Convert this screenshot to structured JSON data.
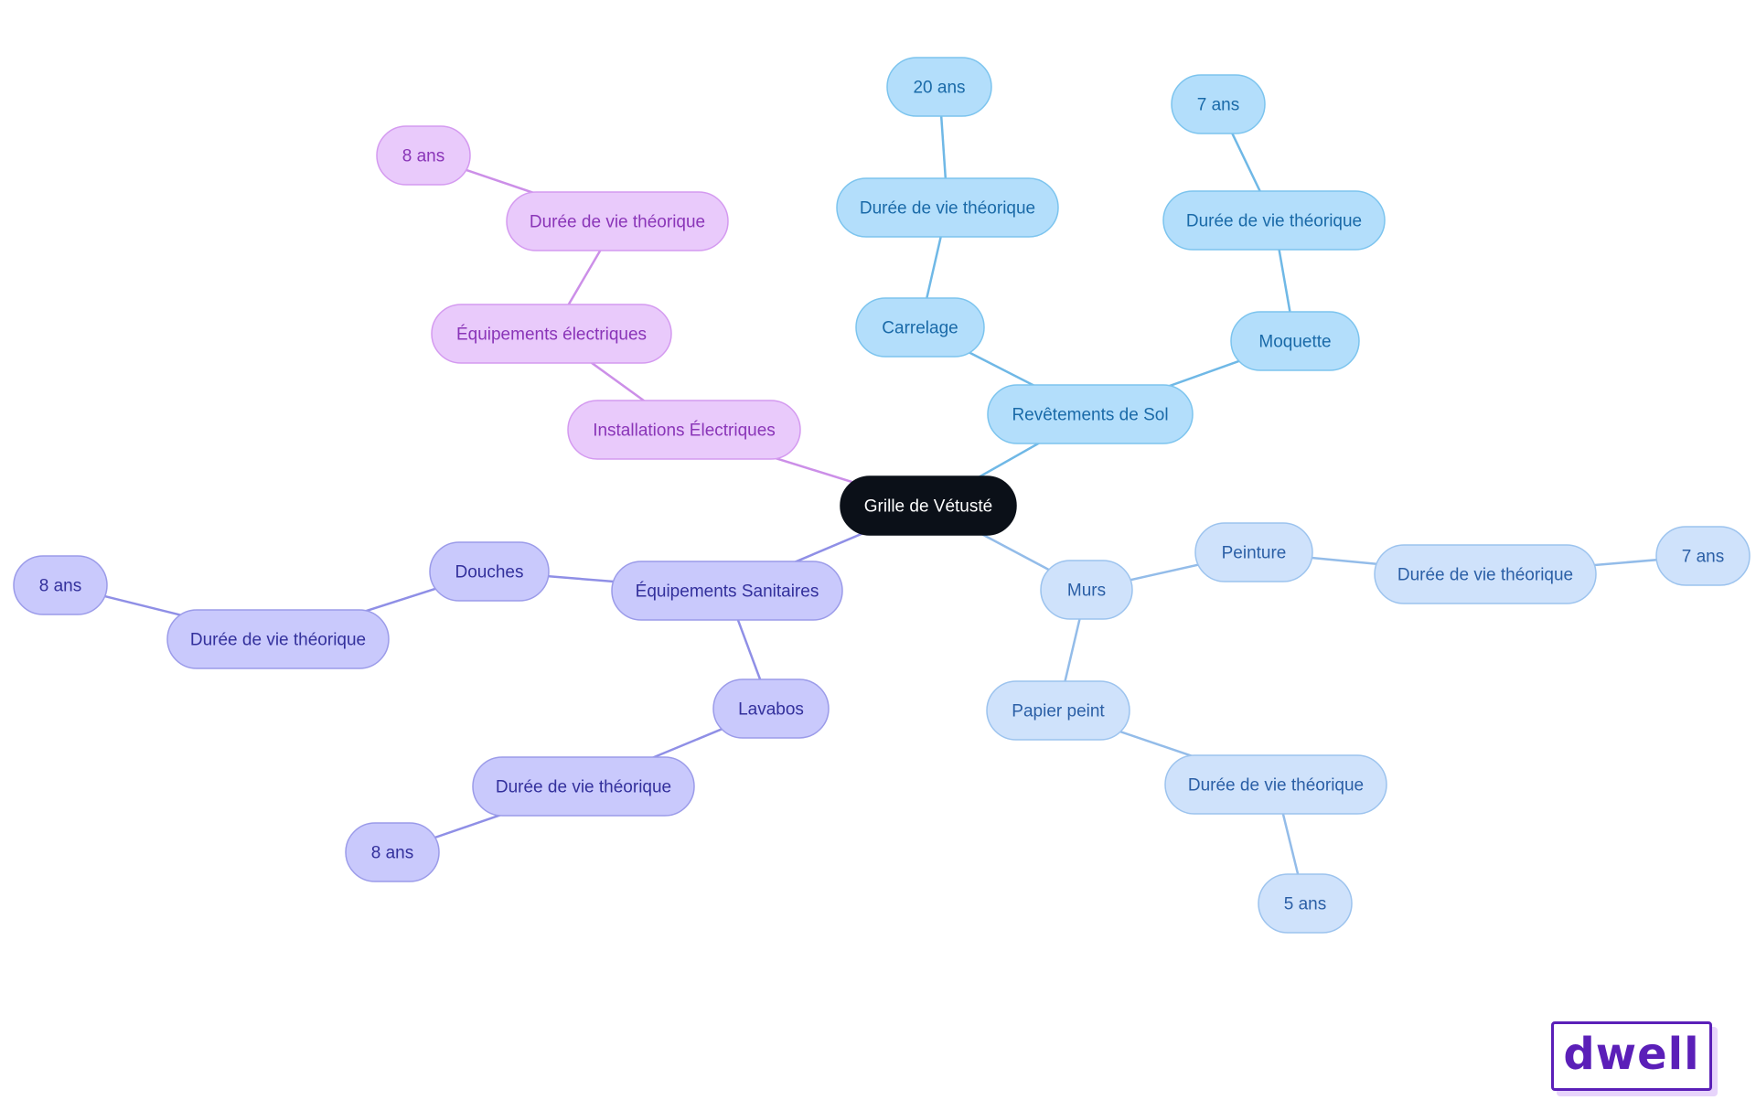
{
  "logo": {
    "text": "dwell"
  },
  "palette": {
    "root": {
      "fill": "#0b1018",
      "stroke": "#0b1018",
      "text": "#ffffff",
      "line": "#0b1018"
    },
    "floor": {
      "fill": "#b3defb",
      "stroke": "#7cc4ee",
      "text": "#1a6aa8",
      "line": "#6fb8e6"
    },
    "walls": {
      "fill": "#cfe2fb",
      "stroke": "#9cc3ee",
      "text": "#2b5fa6",
      "line": "#93bce9"
    },
    "elec": {
      "fill": "#e9cafb",
      "stroke": "#d49af0",
      "text": "#8a35b8",
      "line": "#cc8fe8"
    },
    "sanit": {
      "fill": "#c9c9fc",
      "stroke": "#9b9be9",
      "text": "#33309c",
      "line": "#8f8fe6"
    }
  },
  "root": {
    "label": "Grille de Vétusté",
    "branches": [
      {
        "label": "Revêtements de Sol",
        "palette": "floor",
        "children": [
          {
            "label": "Carrelage",
            "children": [
              {
                "label": "Durée de vie théorique",
                "children": [
                  {
                    "label": "20 ans"
                  }
                ]
              }
            ]
          },
          {
            "label": "Moquette",
            "children": [
              {
                "label": "Durée de vie théorique",
                "children": [
                  {
                    "label": "7 ans"
                  }
                ]
              }
            ]
          }
        ]
      },
      {
        "label": "Murs",
        "palette": "walls",
        "children": [
          {
            "label": "Peinture",
            "children": [
              {
                "label": "Durée de vie théorique",
                "children": [
                  {
                    "label": "7 ans"
                  }
                ]
              }
            ]
          },
          {
            "label": "Papier peint",
            "children": [
              {
                "label": "Durée de vie théorique",
                "children": [
                  {
                    "label": "5 ans"
                  }
                ]
              }
            ]
          }
        ]
      },
      {
        "label": "Installations Électriques",
        "palette": "elec",
        "children": [
          {
            "label": "Équipements électriques",
            "children": [
              {
                "label": "Durée de vie théorique",
                "children": [
                  {
                    "label": "8 ans"
                  }
                ]
              }
            ]
          }
        ]
      },
      {
        "label": "Équipements Sanitaires",
        "palette": "sanit",
        "children": [
          {
            "label": "Douches",
            "children": [
              {
                "label": "Durée de vie théorique",
                "children": [
                  {
                    "label": "8 ans"
                  }
                ]
              }
            ]
          },
          {
            "label": "Lavabos",
            "children": [
              {
                "label": "Durée de vie théorique",
                "children": [
                  {
                    "label": "8 ans"
                  }
                ]
              }
            ]
          }
        ]
      }
    ]
  }
}
